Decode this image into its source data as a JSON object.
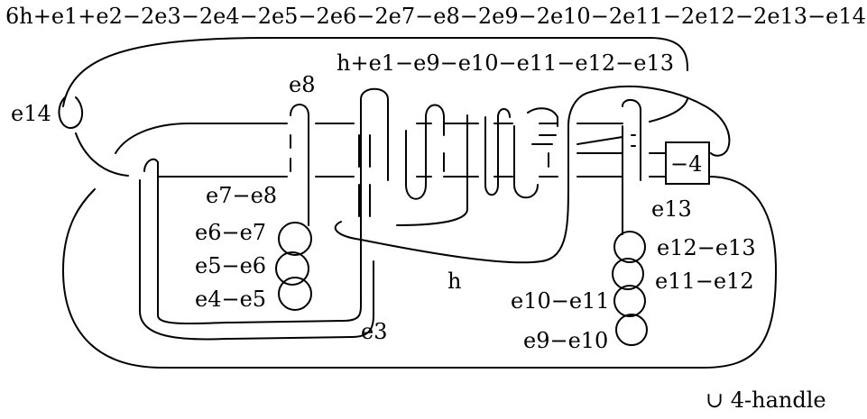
{
  "framing_top": "6h+e1+e2−2e3−2e4−2e5−2e6−2e7−e8−2e9−2e10−2e11−2e12−2e13−e14",
  "framing_mid": "h+e1−e9−e10−e11−e12−e13",
  "twist_box": "−4",
  "labels": {
    "e14": "e14",
    "e8": "e8",
    "e7_e8": "e7−e8",
    "e6_e7": "e6−e7",
    "e5_e6": "e5−e6",
    "e4_e5": "e4−e5",
    "e3": "e3",
    "h": "h",
    "e13": "e13",
    "e12_e13": "e12−e13",
    "e11_e12": "e11−e12",
    "e10_e11": "e10−e11",
    "e9_e10": "e9−e10"
  },
  "footer": "∪ 4-handle"
}
